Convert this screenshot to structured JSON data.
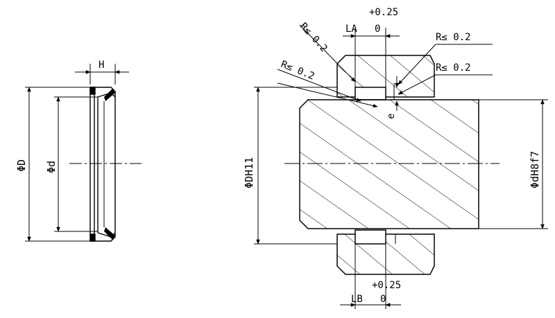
{
  "left_view": {
    "label_H": "H",
    "label_D": "ΦD",
    "label_d": "Φd"
  },
  "right_view": {
    "tol_top_plus": "+0.25",
    "tol_top_zero": "0",
    "label_LA": "LA",
    "radius_top_right": "R≤ 0.2",
    "radius_mid_right": "R≤ 0.2",
    "radius_upper_left": "R≤ 0.2",
    "radius_lower_left": "R≤ 0.2",
    "label_e": "e",
    "label_DH11": "ΦDH11",
    "label_dH8f7": "ΦdH8f7",
    "tol_bottom_plus": "+0.25",
    "tol_bottom_zero": "0",
    "label_LB": "LB"
  },
  "colors": {
    "ink": "#000000",
    "paper": "#ffffff"
  }
}
